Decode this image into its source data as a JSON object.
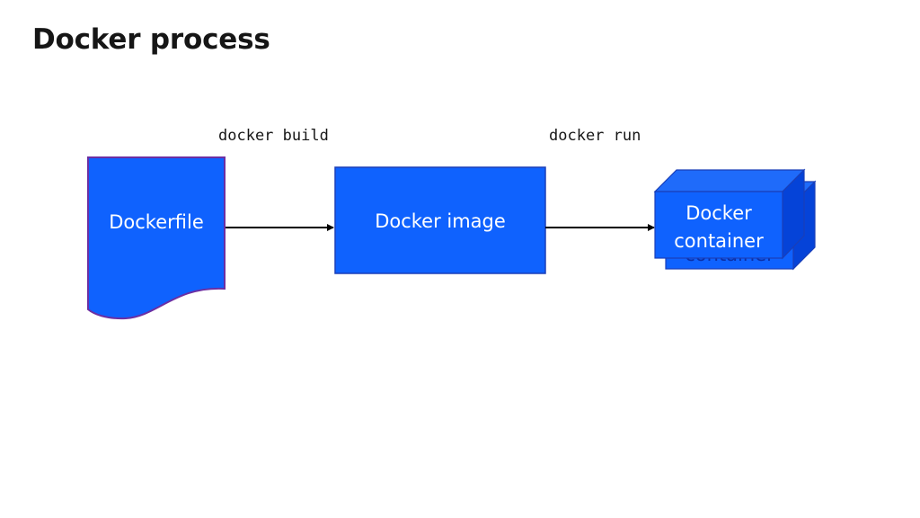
{
  "title": "Docker process",
  "commands": {
    "build": "docker build",
    "run": "docker run"
  },
  "nodes": {
    "dockerfile": "Dockerfile",
    "image": "Docker image",
    "container_line1": "Docker",
    "container_line2": "container",
    "container_back_line2": "container"
  },
  "colors": {
    "node_fill": "#0f62fe",
    "node_border": "#1a3fb8",
    "dockerfile_border": "#6b2fa3",
    "cube_side": "#0543d8",
    "cube_top": "#1f6bfa",
    "arrow": "#000000",
    "text": "#161616"
  }
}
